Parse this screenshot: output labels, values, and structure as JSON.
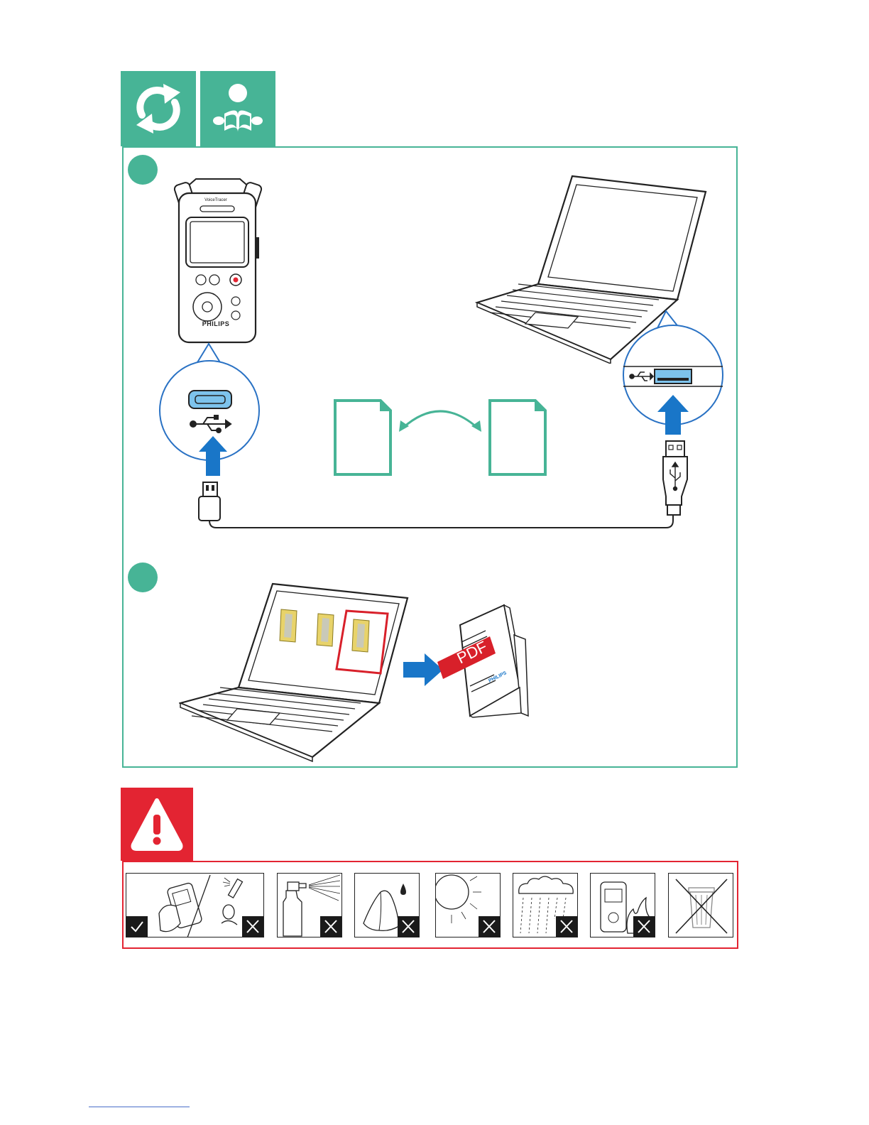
{
  "colors": {
    "accent_green": "#47b496",
    "warning_red": "#e32432",
    "arrow_blue": "#1976c8",
    "usb_blue": "#7dc3ec",
    "footer_line": "#4a6fc9"
  },
  "header_icons": [
    "sync-icon",
    "read-manual-icon"
  ],
  "recorder": {
    "brand_label": "PHILIPS",
    "model_label": "VoiceTracer"
  },
  "manual": {
    "cover_label": "PDF",
    "brand_label": "PHILIPS"
  },
  "warning_icon": "warning-triangle-icon",
  "care_pictograms": [
    {
      "name": "clean-with-cloth-pictogram",
      "status": "allowed"
    },
    {
      "name": "no-spray-pictogram",
      "status": "forbidden"
    },
    {
      "name": "no-liquid-pictogram",
      "status": "forbidden"
    },
    {
      "name": "no-sunlight-pictogram",
      "status": "forbidden"
    },
    {
      "name": "no-rain-pictogram",
      "status": "forbidden"
    },
    {
      "name": "no-fire-pictogram",
      "status": "forbidden"
    },
    {
      "name": "no-bin-disposal-pictogram",
      "status": "forbidden"
    }
  ]
}
